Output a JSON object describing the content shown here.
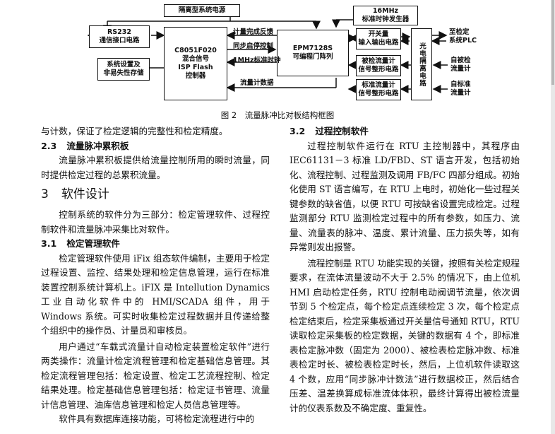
{
  "figure": {
    "boxes": {
      "power": "隔离型系统电源",
      "rs232": "RS232\n通信接口电路",
      "settings": "系统设置及\n非易失性存储",
      "mcu": "C8051F020\n混合信号\nISP Flash\n控制器",
      "epm": "EPM7128S\n可编程门阵列",
      "clock": "16MHz\n标准时钟发生器",
      "switch_io": "开关量\n输入输出电路",
      "checked_shaping": "被检流量计\n信号整形电路",
      "standard_shaping": "标准流量计\n信号整形电路",
      "opto": "光电隔离电路"
    },
    "signals": {
      "count_done": "计量完成反馈",
      "sync_start": "同步启停控制",
      "clock_1mhz": "1MHz标准时钟",
      "flow_data": "流量计数据"
    },
    "outputs": {
      "to_plc": "至检定\n系统PLC",
      "from_checked": "自被检\n流量计",
      "from_standard": "自标准\n流量计"
    },
    "caption": "图 2　流量脉冲比对板结构框图"
  },
  "left_column": {
    "cont_para": "与计数，保证了检定逻辑的完整性和检定精度。",
    "sec_2_3": {
      "num": "2.3",
      "title": "流量脉冲累积板"
    },
    "para_2_3": "流量脉冲累积板提供给流量控制所用的瞬时流量，同时提供检定过程的总累积流量。",
    "sec_3": {
      "num": "3",
      "title": "软件设计"
    },
    "para_3": "控制系统的软件分为三部分：检定管理软件、过程控制软件和流量脉冲采集比对软件。",
    "sec_3_1": {
      "num": "3.1",
      "title": "检定管理软件"
    },
    "para_3_1_a": "检定管理软件使用 iFix 组态软件编制，主要用于检定过程设置、监控、结果处理和检定信息管理，运行在标准装置控制系统计算机上。iFIX 是 Intellution Dynamics 工业自动化软件中的 HMI/SCADA 组件，用于 Windows 系统。可实时收集检定过程数据并且传递给整个组织中的操作员、计量员和审核员。",
    "para_3_1_b": "用户通过“车载式流量计自动检定装置检定软件”进行两类操作：流量计检定流程管理和检定基础信息管理。其检定流程管理包括：检定设置、检定工艺流程控制、检定结果处理。检定基础信息管理包括：检定证书管理、流量计信息管理、油库信息管理和检定人员信息管理等。",
    "para_3_1_c": "软件具有数据库连接功能，可将检定流程进行中的"
  },
  "right_column": {
    "sec_3_2": {
      "num": "3.2",
      "title": "过程控制软件"
    },
    "para_3_2_a": "过程控制软件运行在 RTU 主控制器中，其程序由 IEC61131－3 标准 LD/FBD、ST 语言开发，包括初始化、流程控制、过程监测及调用 FB/FC 四部分组成。初始化使用 ST 语言编写，在 RTU 上电时，初始化一些过程关键参数的缺省值，以便 RTU 可按缺省设置完成检定。过程监测部分 RTU 监测检定过程中的所有参数，如压力、流量、流量表的脉冲、温度、累计流量、压力损失等，如有异常则发出报警。",
    "para_3_2_b": "流程控制是 RTU 功能实现的关键，按照有关检定规程要求，在流体流量波动不大于 2.5% 的情况下，由上位机 HMI 启动检定任务，RTU 控制电动阀调节流量，依次调节到 5 个检定点，每个检定点连续检定 3 次，每个检定点检定结束后，检定采集板通过开关量信号通知 RTU，RTU 读取检定采集板的检定数据，关键的数据有 4 个，即标准表检定脉冲数（固定为 2000）、被检表检定脉冲数、标准表检定时长、被检表检定时长，然后，上位机软件读取这 4 个数，应用“同步脉冲计数法”进行数据校正，然后结合压差、温差换算成标准流体体积，最终计算得出被检流量计的仪表系数及不确定度、重复性。"
  }
}
